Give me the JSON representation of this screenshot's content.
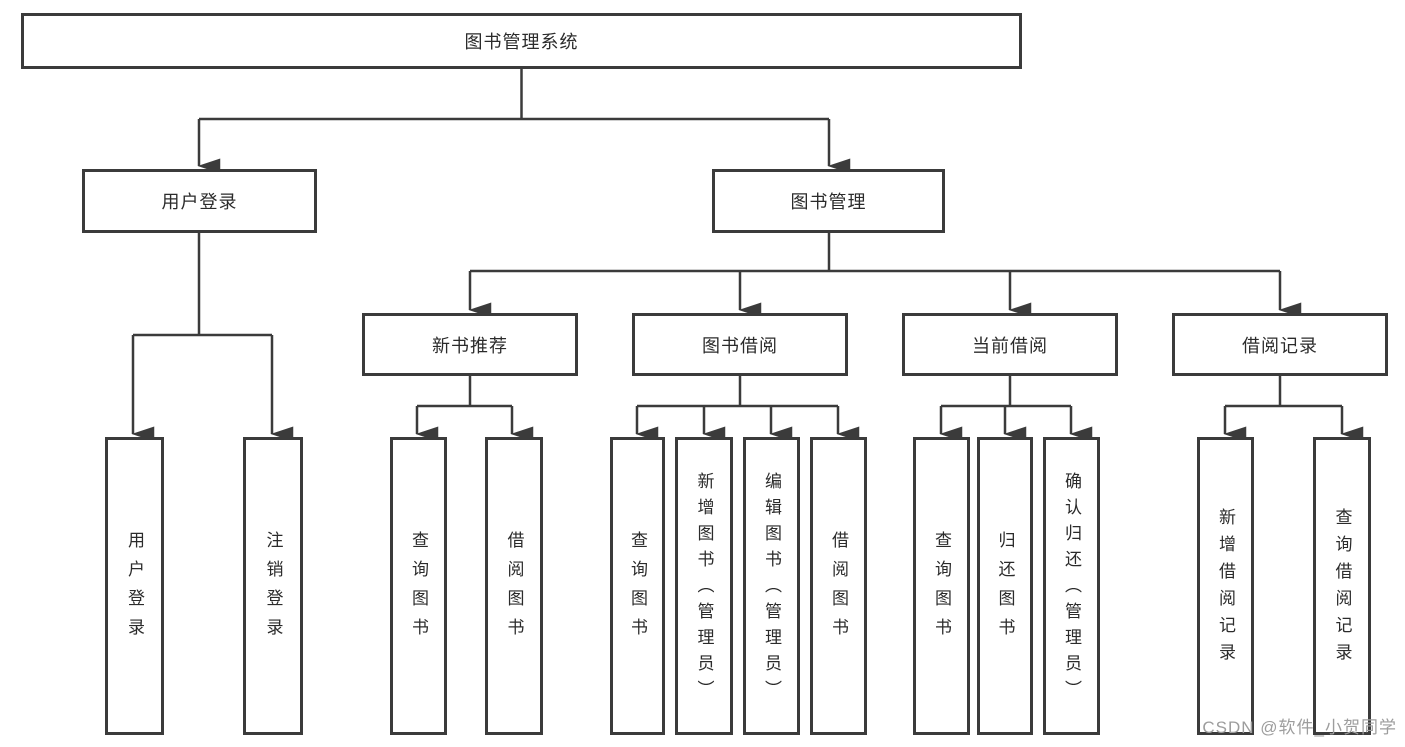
{
  "diagram": {
    "title": "图书管理系统",
    "nodes": {
      "root": "图书管理系统",
      "user_login": "用户登录",
      "book_mgmt": "图书管理",
      "new_book_rec": "新书推荐",
      "book_borrow": "图书借阅",
      "current_borrow": "当前借阅",
      "borrow_record": "借阅记录",
      "leaves": {
        "user_login": [
          "用户登录",
          "注销登录"
        ],
        "new_book_rec": [
          "查询图书",
          "借阅图书"
        ],
        "book_borrow": [
          "查询图书",
          "新增图书（管理员）",
          "编辑图书（管理员）",
          "借阅图书"
        ],
        "current_borrow": [
          "查询图书",
          "归还图书",
          "确认归还（管理员）"
        ],
        "borrow_record": [
          "新增借阅记录",
          "查询借阅记录"
        ]
      }
    },
    "colors": {
      "line": "#3b3b3b",
      "box_border": "#3b3b3b",
      "text": "#2b2b2b",
      "watermark": "#9d9d9d",
      "background": "#ffffff"
    },
    "watermark": "CSDN @软件_小贺同学"
  }
}
